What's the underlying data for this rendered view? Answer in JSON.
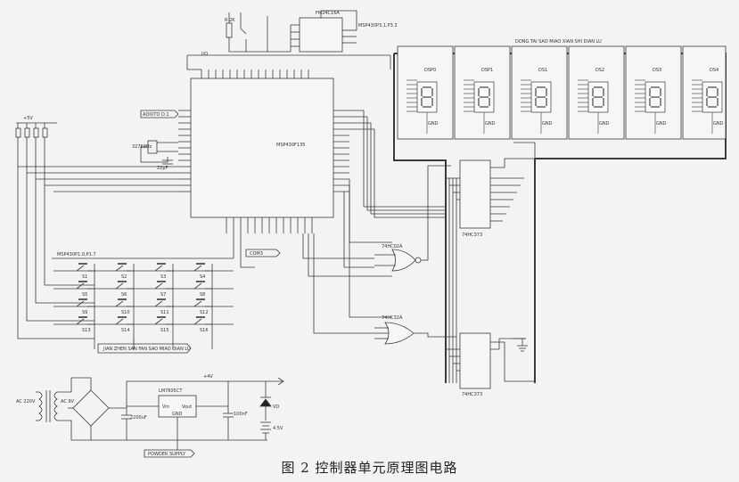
{
  "caption": "图 2 控制器单元原理图电路",
  "chips": {
    "mcu": {
      "name": "MSP430F135"
    },
    "eeprom": {
      "name": "FM24C16A"
    },
    "latch_top": {
      "name": "74HC373"
    },
    "latch_bottom": {
      "name": "74HC373"
    },
    "gate_top": {
      "name": "74HC02A"
    },
    "gate_bottom": {
      "name": "74HC32A"
    },
    "regulator": {
      "name": "LM7805CT"
    }
  },
  "bus_labels": {
    "i2c": "MSP430P3.1,P3.3",
    "top": "I/O",
    "adc": "ADIUTO D.1",
    "keypad": "MSP430P1.0,P1.7",
    "com": "COM3",
    "digits_header": "DONG TAI SAO MIAO XIAN SHI DIAN LU",
    "keypad_footer": "JIAN ZHEN SAN FAN SAO MIAO DIAN LU",
    "power_footer": "POWDER SUPPLY"
  },
  "displays": [
    {
      "label": "DSP0"
    },
    {
      "label": "DSP1"
    },
    {
      "label": "DS1"
    },
    {
      "label": "DS2"
    },
    {
      "label": "DS3"
    },
    {
      "label": "DS4"
    }
  ],
  "keys": [
    "S1",
    "S2",
    "S3",
    "S4",
    "S5",
    "S6",
    "S7",
    "S8",
    "S9",
    "S10",
    "S11",
    "S12",
    "S13",
    "S14",
    "S15",
    "S16"
  ],
  "power": {
    "ac_in": "AC 220V",
    "ac_out": "AC 9V",
    "vout": "+4V",
    "cap1": "2200uF",
    "cap2": "100nF",
    "reg_vin": "Vin",
    "reg_vout": "Vout",
    "reg_gnd": "GND",
    "diode": "VD",
    "batt": "4.5V"
  },
  "misc": {
    "crystal": "32768Hz",
    "cap_x": "22pF",
    "res": "R 2K",
    "vcc": "+5V"
  }
}
